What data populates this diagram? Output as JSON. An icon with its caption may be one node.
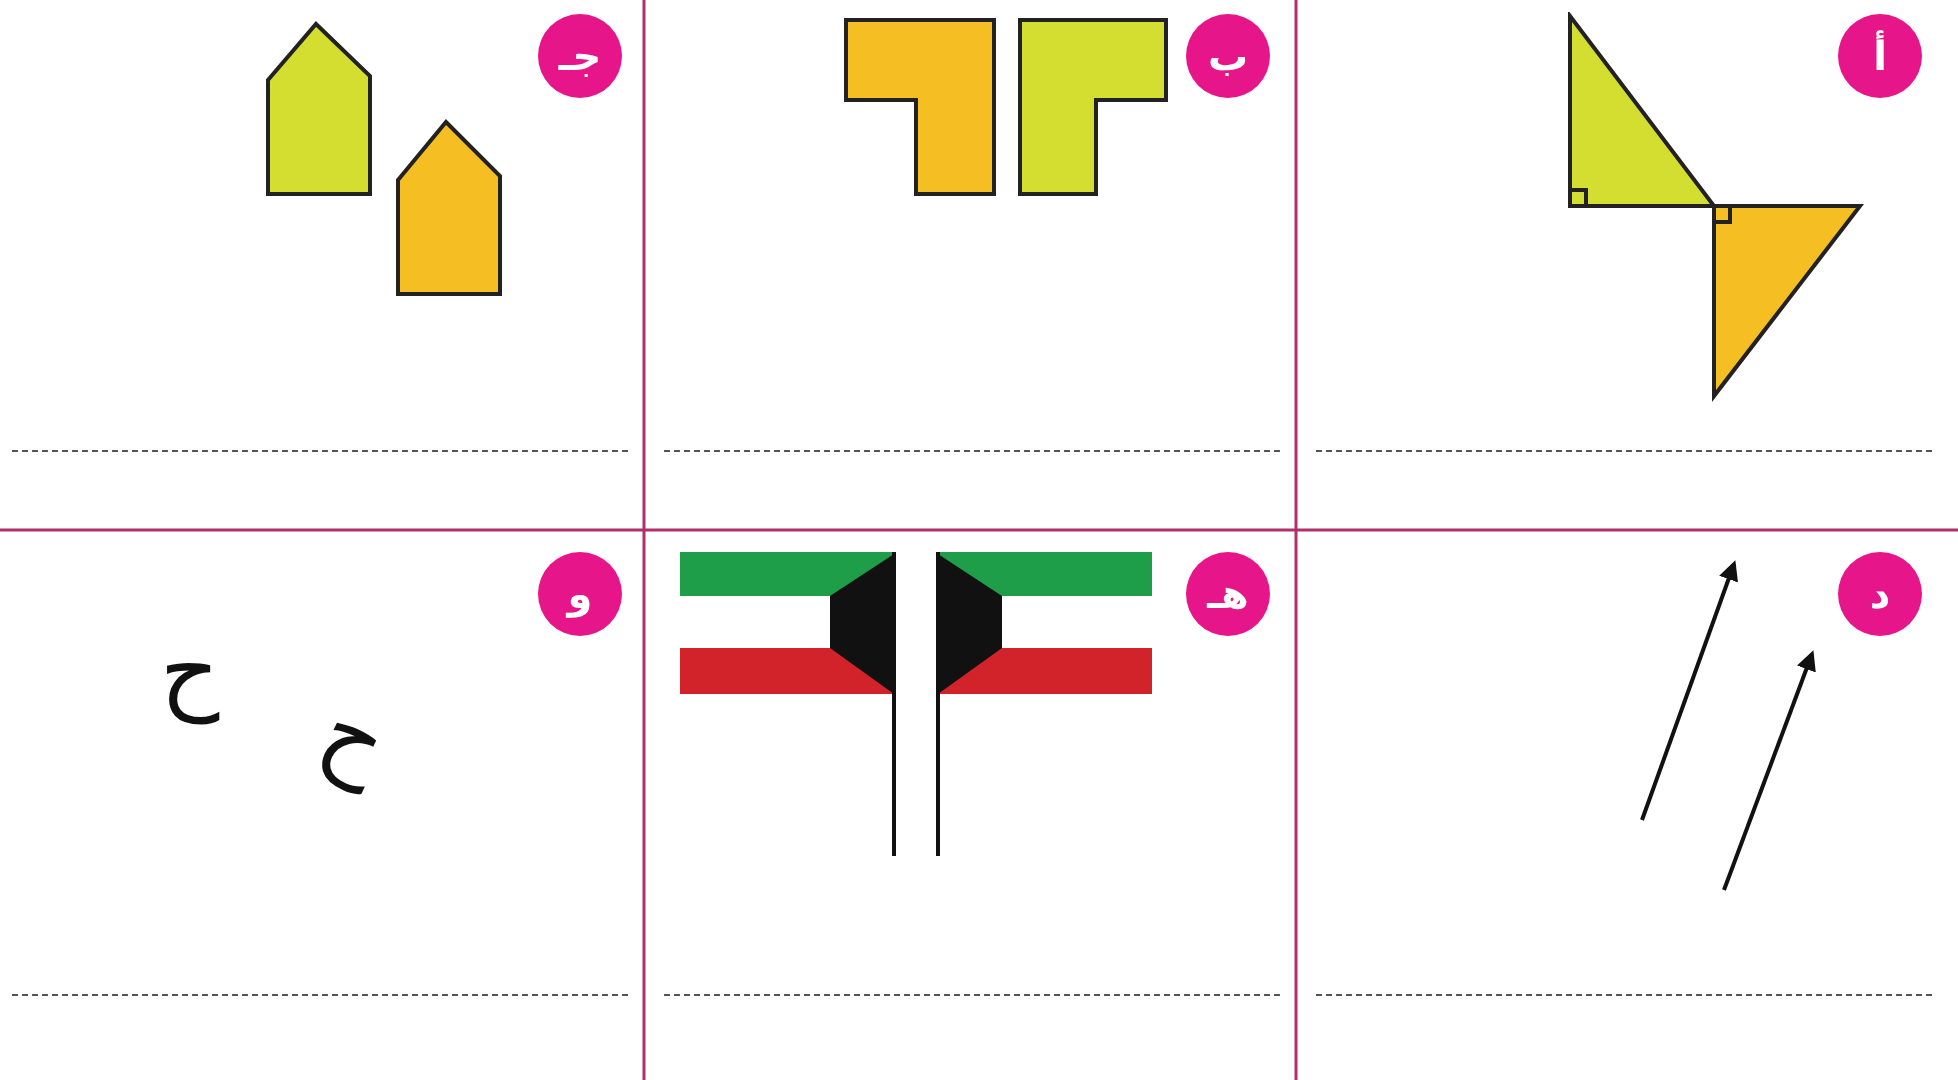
{
  "diagram": {
    "labels": [
      "أ",
      "ب",
      "جـ",
      "د",
      "هـ",
      "و",
      "ح",
      "ح"
    ]
  }
}
